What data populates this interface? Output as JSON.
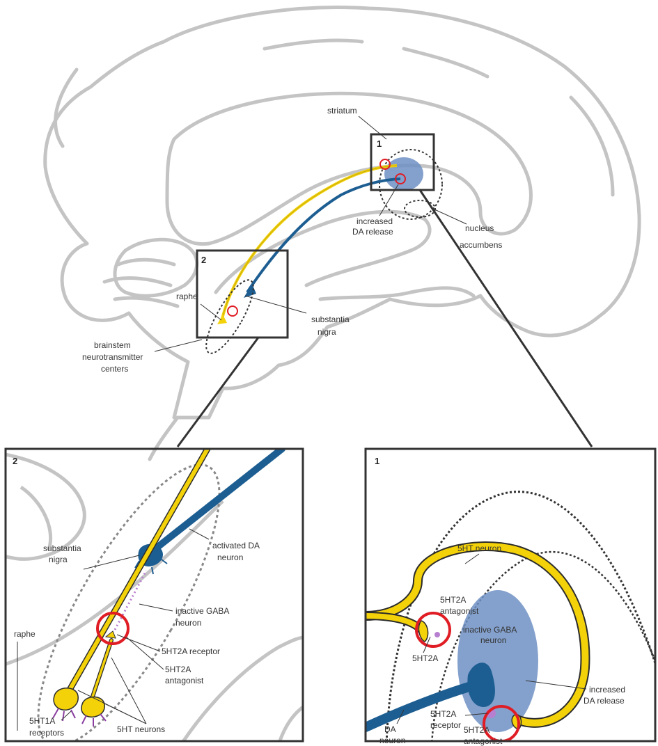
{
  "colors": {
    "brain_outline": "#c4c4c4",
    "serotonin": "#f4d20a",
    "dopamine": "#1d5e92",
    "release_area": "#6f90c4",
    "inhibition_circle": "#e01c24",
    "gaba": "#b77fcf",
    "frame": "#333333"
  },
  "overview": {
    "labels": {
      "striatum": "striatum",
      "increased_release_1": "increased",
      "increased_release_2": "DA release",
      "nucleus_1": "nucleus",
      "nucleus_2": "accumbens",
      "raphe": "raphe",
      "sn_1": "substantia",
      "sn_2": "nigra",
      "brainstem_1": "brainstem",
      "brainstem_2": "neurotransmitter",
      "brainstem_3": "centers"
    },
    "box1_number": "1",
    "box2_number": "2"
  },
  "panel2": {
    "number": "2",
    "labels": {
      "sn_1": "substantia",
      "sn_2": "nigra",
      "activated_1": "activated DA",
      "activated_2": "neuron",
      "gaba_1": "inactive GABA",
      "gaba_2": "neuron",
      "raphe": "raphe",
      "receptor": "5HT2A receptor",
      "antag_1": "5HT2A",
      "antag_2": "antagonist",
      "ht1a_1": "5HT1A",
      "ht1a_2": "receptors",
      "ht_neurons": "5HT neurons"
    }
  },
  "panel1": {
    "number": "1",
    "labels": {
      "ht_neuron": "5HT neuron",
      "antag_top_1": "5HT2A",
      "antag_top_2": "antagonist",
      "gaba_1": "inactive GABA",
      "gaba_2": "neuron",
      "ht2a": "5HT2A",
      "increased_1": "increased",
      "increased_2": "DA release",
      "receptor_1": "5HT2A",
      "receptor_2": "receptor",
      "antag_bot_1": "5HT2A",
      "antag_bot_2": "antagonist",
      "da_1": "DA",
      "da_2": "neuron"
    }
  }
}
